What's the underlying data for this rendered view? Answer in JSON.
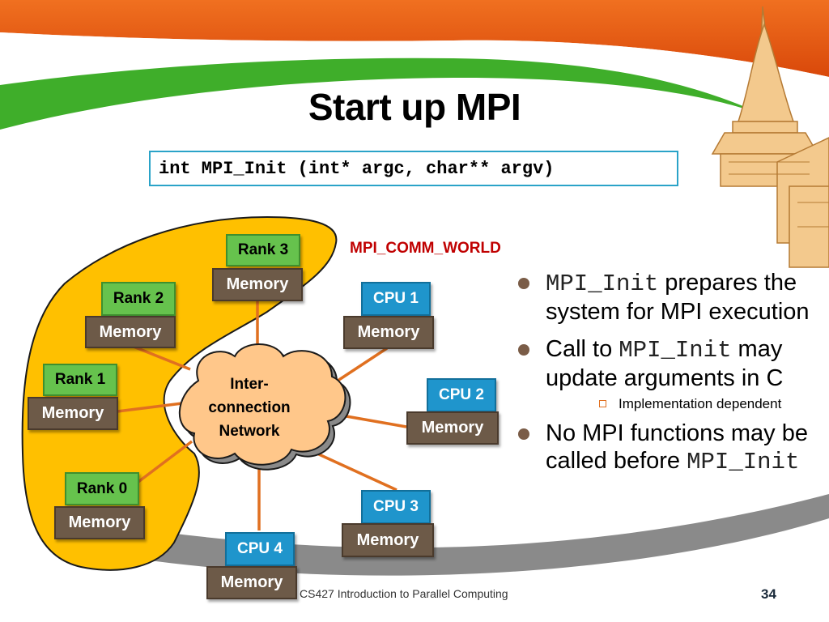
{
  "slide": {
    "title": "Start up MPI",
    "signature": "int MPI_Init (int* argc, char** argv)",
    "comm_label": "MPI_COMM_WORLD",
    "network_lines": [
      "Inter-",
      "connection",
      "Network"
    ],
    "ranks": [
      "Rank 3",
      "Rank 2",
      "Rank 1",
      "Rank 0"
    ],
    "cpus": [
      "CPU 1",
      "CPU 2",
      "CPU 3",
      "CPU 4"
    ],
    "memory_label": "Memory",
    "bullets": [
      {
        "code": "MPI_Init",
        "text": " prepares the system for MPI execution"
      },
      {
        "text": "Call to ",
        "code": "MPI_Init",
        "text2": " may update arguments in C"
      },
      {
        "sub": "Implementation dependent"
      },
      {
        "text": "No MPI functions may be called before ",
        "code": "MPI_Init"
      }
    ],
    "footer": "CS427 Introduction to Parallel Computing",
    "page_number": "34"
  },
  "colors": {
    "orange_band": "#e85a0c",
    "green_band": "#3fae2a",
    "gray_band": "#8a8a8a",
    "comm_world_blob": "#ffc000",
    "rank_green": "#66c24d",
    "cpu_blue": "#1f95cc",
    "memory_brown": "#6d5a48",
    "link_orange": "#e07020",
    "code_border": "#2aa3c8",
    "comm_label_red": "#c00000"
  }
}
